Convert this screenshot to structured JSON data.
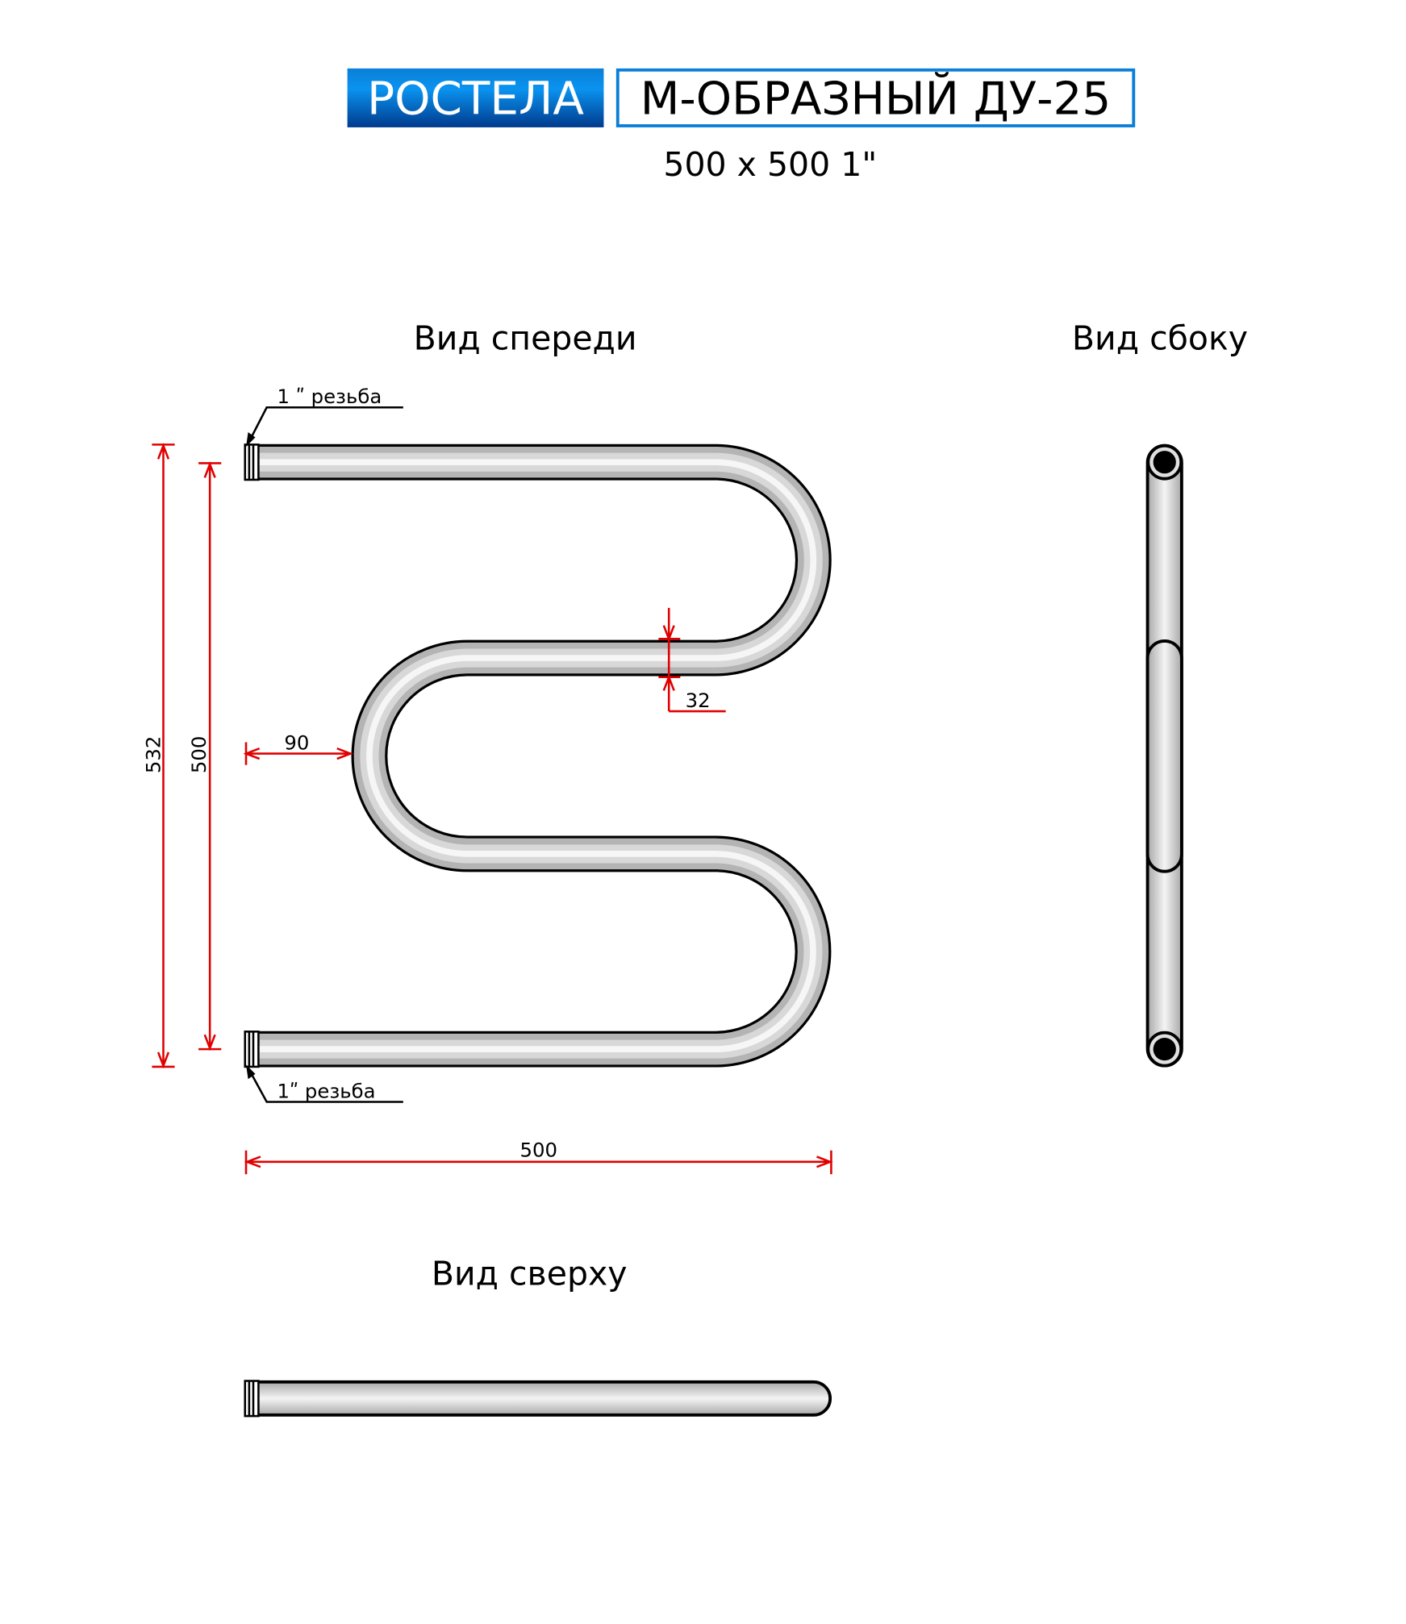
{
  "header": {
    "brand": "РОСТЕЛА",
    "model": "М-ОБРАЗНЫЙ ДУ-25",
    "size": "500 x 500 1\""
  },
  "views": {
    "front": "Вид спереди",
    "side": "Вид сбоку",
    "top": "Вид сверху"
  },
  "dimensions": {
    "total_height": "532",
    "axis_height": "500",
    "offset": "90",
    "pipe_diameter": "32",
    "width": "500",
    "thread_top": "1 ʺ резьба",
    "thread_bottom": "1ʺ резьба"
  },
  "colors": {
    "brand_blue": "#0a7fd8",
    "dimension_red": "#e00000"
  }
}
